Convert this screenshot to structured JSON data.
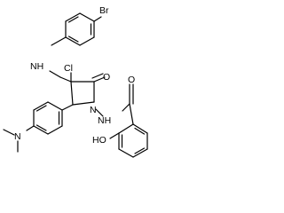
{
  "molecule": {
    "atoms": {
      "br": "Br",
      "nh_anilino": "NH",
      "cl": "Cl",
      "o_carbonyl_ring": "O",
      "n_ring": "N",
      "nh_hydrazide": "NH",
      "o_amide": "O",
      "oh": "HO",
      "n_dimethyl": "N"
    }
  }
}
